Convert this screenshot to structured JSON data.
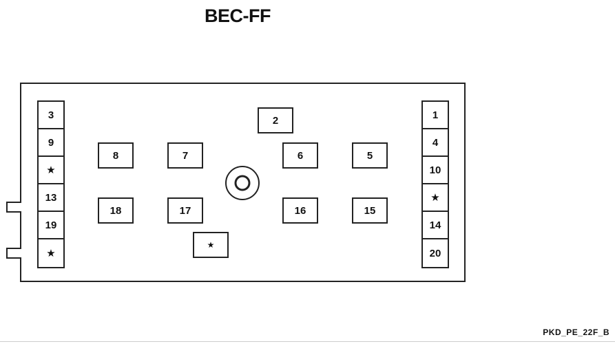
{
  "title": "BEC-FF",
  "reference": "PKD_PE_22F_B",
  "left_column": [
    "3",
    "9",
    "★",
    "13",
    "19",
    "★"
  ],
  "right_column": [
    "1",
    "4",
    "10",
    "★",
    "14",
    "20"
  ],
  "fuses": {
    "f2": "2",
    "f8": "8",
    "f7": "7",
    "f6": "6",
    "f5": "5",
    "f18": "18",
    "f17": "17",
    "f16": "16",
    "f15": "15",
    "fstar": "★"
  }
}
